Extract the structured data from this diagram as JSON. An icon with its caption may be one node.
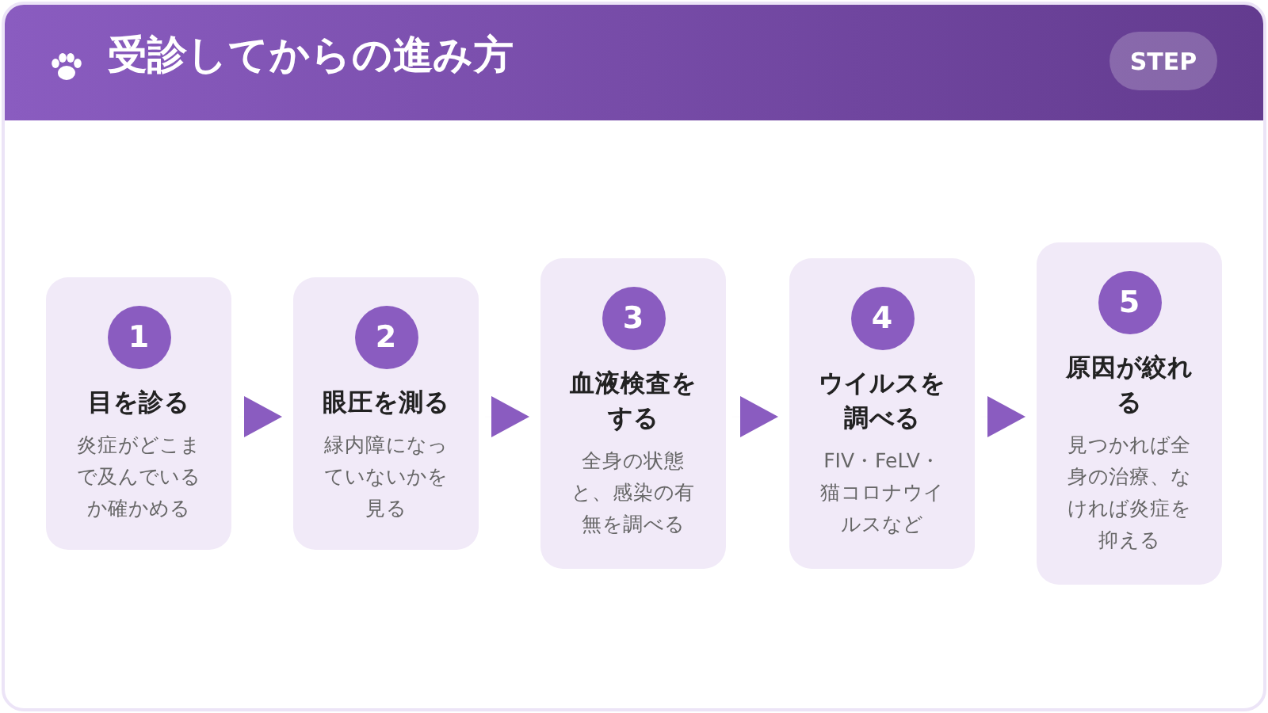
{
  "diagram": {
    "title": "受診してからの進み方",
    "nodes": [
      {
        "text": [
          "1",
          "目を診る",
          "炎症がどこまで及んでいるか確かめる"
        ]
      },
      {
        "text": [
          "2",
          "眼圧を測る",
          "緑内障になっていないかを見る"
        ]
      },
      {
        "text": [
          "3",
          "血液検査をする",
          "全身の状態と、感染の有無を調べる"
        ]
      },
      {
        "text": [
          "4",
          "ウイルスを調べる",
          "FIV・FeLV・猫コロナウイルスなど"
        ]
      },
      {
        "text": [
          "5",
          "原因が絞れる",
          "見つかれば全身の治療、なければ炎症を抑える"
        ]
      }
    ],
    "edges": [
      {
        "from": 0,
        "to": 1,
        "arrow": "to"
      },
      {
        "from": 1,
        "to": 2,
        "arrow": "to"
      },
      {
        "from": 2,
        "to": 3,
        "arrow": "to"
      },
      {
        "from": 3,
        "to": 4,
        "arrow": "to"
      }
    ],
    "labels": [
      "STEP"
    ]
  }
}
